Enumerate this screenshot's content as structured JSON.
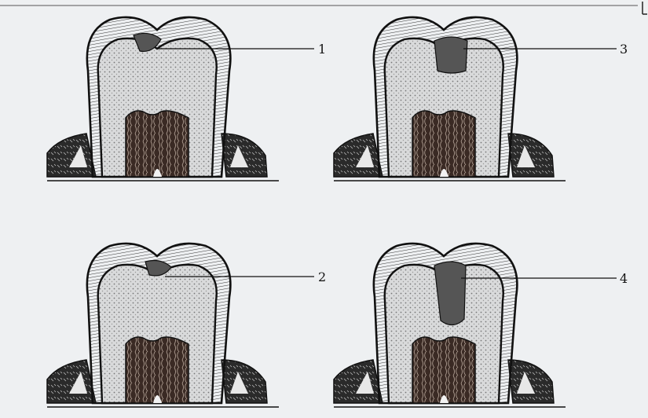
{
  "figure": {
    "panels": [
      {
        "label": "1"
      },
      {
        "label": "2"
      },
      {
        "label": "3"
      },
      {
        "label": "4"
      }
    ]
  },
  "colors": {
    "background": "#eef0f2",
    "ink": "#1a1a1a",
    "lesion": "#555555",
    "pulp": "#3a2a24"
  }
}
